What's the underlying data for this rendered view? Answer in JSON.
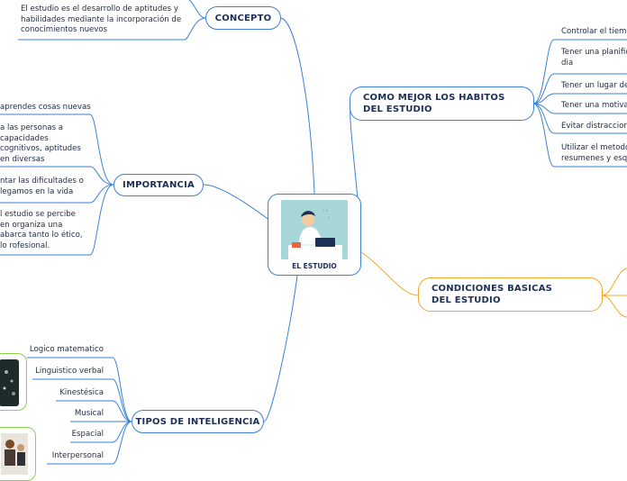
{
  "center": {
    "label": "EL ESTUDIO"
  },
  "concepto": {
    "title": "CONCEPTO",
    "text": "El estudio es el desarrollo de aptitudes y habilidades mediante la incorporación de conocimientos nuevos"
  },
  "importancia": {
    "title": "IMPORTANCIA",
    "items": [
      "aprendes cosas nuevas",
      "a las personas a capacidades cognitivos, aptitudes en diversas",
      "ntar las dificultades o legamos en la vida",
      "l estudio se percibe en organiza una abarca tanto lo ético, lo rofesional."
    ]
  },
  "habitos": {
    "title": "COMO MEJOR LOS HABITOS DEL ESTUDIO",
    "items": [
      "Controlar el tiemp",
      "Tener una planific dia",
      "Tener un lugar de",
      "Tener una motiva",
      "Evitar distraccion",
      "Utilizar el metodo resumenes y esqu"
    ]
  },
  "condiciones": {
    "title": "CONDICIONES BASICAS DEL ESTUDIO"
  },
  "inteligencia": {
    "title": "TIPOS DE INTELIGENCIA",
    "items": [
      "Logico matematico",
      "Linguistico verbal",
      "Kinestésica",
      "Musical",
      "Espacial",
      "Interpersonal"
    ]
  },
  "colors": {
    "branch": "#3b82d6",
    "orange": "#f5a623",
    "green": "#8fd14f"
  }
}
